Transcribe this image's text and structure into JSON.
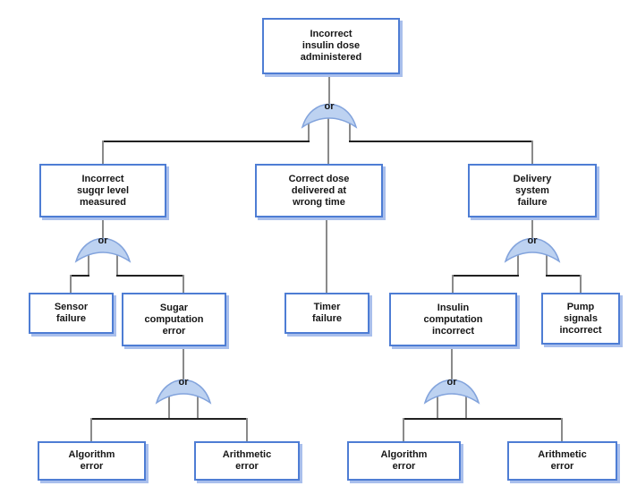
{
  "diagram": {
    "gate_label": "or",
    "colors": {
      "background": "#ffffff",
      "box_border": "#4e7dd4",
      "box_shadow": "#a9bfec",
      "gate_fill": "#bdd2f1",
      "gate_stroke": "#82a3dc",
      "line_vertical": "#8a8a8a",
      "line_horizontal": "#212121",
      "text": "#161616"
    },
    "nodes": {
      "root": {
        "label": "Incorrect\ninsulin dose\nadministered"
      },
      "incorrect_sugar_level": {
        "label": "Incorrect\nsugqr level\nmeasured"
      },
      "correct_dose_wrong_time": {
        "label": "Correct dose\ndelivered at\nwrong time"
      },
      "delivery_system_failure": {
        "label": "Delivery\nsystem\nfailure"
      },
      "sensor_failure": {
        "label": "Sensor\nfailure"
      },
      "sugar_computation_error": {
        "label": "Sugar\ncomputation\nerror"
      },
      "timer_failure": {
        "label": "Timer\nfailure"
      },
      "insulin_computation_incorrect": {
        "label": "Insulin\ncomputation\nincorrect"
      },
      "pump_signals_incorrect": {
        "label": "Pump\nsignals\nincorrect"
      },
      "algorithm_error_1": {
        "label": "Algorithm\nerror"
      },
      "arithmetic_error_1": {
        "label": "Arithmetic\nerror"
      },
      "algorithm_error_2": {
        "label": "Algorithm\nerror"
      },
      "arithmetic_error_2": {
        "label": "Arithmetic\nerror"
      }
    },
    "edges": [
      {
        "from": "root",
        "gate": "or",
        "to": [
          "incorrect_sugar_level",
          "correct_dose_wrong_time",
          "delivery_system_failure"
        ]
      },
      {
        "from": "incorrect_sugar_level",
        "gate": "or",
        "to": [
          "sensor_failure",
          "sugar_computation_error"
        ]
      },
      {
        "from": "correct_dose_wrong_time",
        "gate": "none",
        "to": [
          "timer_failure"
        ]
      },
      {
        "from": "delivery_system_failure",
        "gate": "or",
        "to": [
          "insulin_computation_incorrect",
          "pump_signals_incorrect"
        ]
      },
      {
        "from": "sugar_computation_error",
        "gate": "or",
        "to": [
          "algorithm_error_1",
          "arithmetic_error_1"
        ]
      },
      {
        "from": "insulin_computation_incorrect",
        "gate": "or",
        "to": [
          "algorithm_error_2",
          "arithmetic_error_2"
        ]
      }
    ]
  }
}
